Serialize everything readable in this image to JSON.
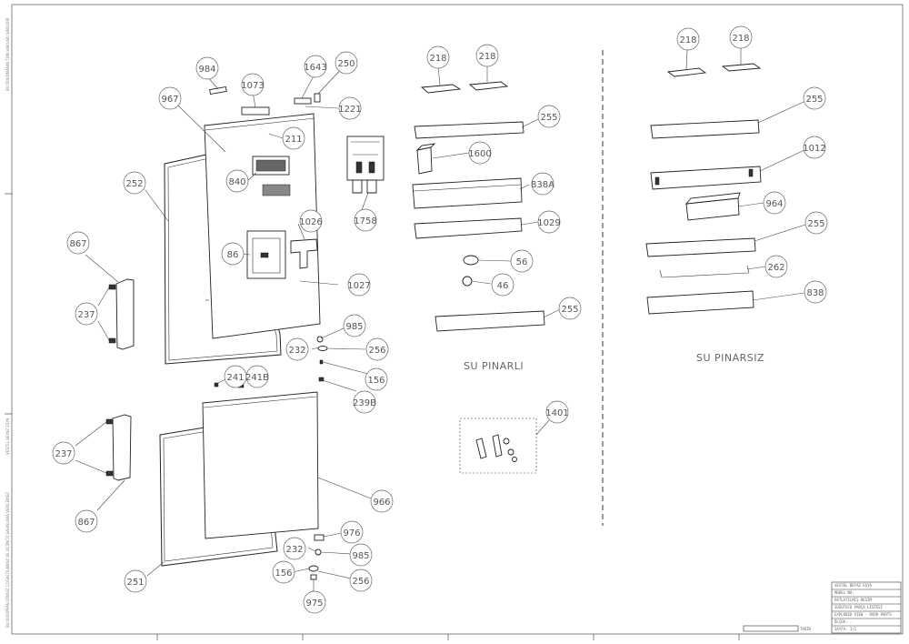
{
  "groups": {
    "with_dispenser": "SU PINARLI",
    "without_dispenser": "SU PINARSIZ"
  },
  "side_notes": {
    "top": "BU DOKÜMANIN TÜM HAKLARI SAKLIDIR",
    "middle": "VESTEL BEYAZ EŞYA",
    "bottom": "BU DOKÜMAN İZİNSİZ ÇOĞALTILAMAZ VE ÜÇÜNCÜ ŞAHISLARA VERİLEMEZ"
  },
  "title_block": {
    "r1": "VESTEL BEYAZ EŞYA",
    "r2": "MODEL NO:",
    "r3": "PATLATILMIŞ RESİM",
    "r4": "SOĞUTUCU PARÇA LİSTESİ",
    "r5": "EXPLODED VIEW - DOOR PARTS",
    "r6": "ÖLÇEK: -",
    "r7": "SAYFA: 1/1",
    "r8": "TARİH"
  },
  "callouts": [
    {
      "id": "c984",
      "text": "984"
    },
    {
      "id": "c1073",
      "text": "1073"
    },
    {
      "id": "c1643",
      "text": "1643"
    },
    {
      "id": "c250",
      "text": "250"
    },
    {
      "id": "c967",
      "text": "967"
    },
    {
      "id": "c1221",
      "text": "1221"
    },
    {
      "id": "c211",
      "text": "211"
    },
    {
      "id": "c252",
      "text": "252"
    },
    {
      "id": "c840",
      "text": "840"
    },
    {
      "id": "c1758",
      "text": "1758"
    },
    {
      "id": "c1026",
      "text": "1026"
    },
    {
      "id": "c867a",
      "text": "867"
    },
    {
      "id": "c86",
      "text": "86"
    },
    {
      "id": "c1027",
      "text": "1027"
    },
    {
      "id": "c237a",
      "text": "237"
    },
    {
      "id": "c985a",
      "text": "985"
    },
    {
      "id": "c232a",
      "text": "232"
    },
    {
      "id": "c256a",
      "text": "256"
    },
    {
      "id": "c241",
      "text": "241"
    },
    {
      "id": "c241b",
      "text": "241B"
    },
    {
      "id": "c156a",
      "text": "156"
    },
    {
      "id": "c239b",
      "text": "239B"
    },
    {
      "id": "c237b",
      "text": "237"
    },
    {
      "id": "c966",
      "text": "966"
    },
    {
      "id": "c867b",
      "text": "867"
    },
    {
      "id": "c976",
      "text": "976"
    },
    {
      "id": "c232b",
      "text": "232"
    },
    {
      "id": "c985b",
      "text": "985"
    },
    {
      "id": "c156b",
      "text": "156"
    },
    {
      "id": "c256b",
      "text": "256"
    },
    {
      "id": "c251",
      "text": "251"
    },
    {
      "id": "c975",
      "text": "975"
    },
    {
      "id": "m218a",
      "text": "218"
    },
    {
      "id": "m218b",
      "text": "218"
    },
    {
      "id": "m255a",
      "text": "255"
    },
    {
      "id": "m1600",
      "text": "1600"
    },
    {
      "id": "m838a",
      "text": "838A"
    },
    {
      "id": "m1029",
      "text": "1029"
    },
    {
      "id": "m56",
      "text": "56"
    },
    {
      "id": "m46",
      "text": "46"
    },
    {
      "id": "m255b",
      "text": "255"
    },
    {
      "id": "m1401",
      "text": "1401"
    },
    {
      "id": "r218a",
      "text": "218"
    },
    {
      "id": "r218b",
      "text": "218"
    },
    {
      "id": "r255a",
      "text": "255"
    },
    {
      "id": "r1012",
      "text": "1012"
    },
    {
      "id": "r964",
      "text": "964"
    },
    {
      "id": "r255b",
      "text": "255"
    },
    {
      "id": "r262",
      "text": "262"
    },
    {
      "id": "r838",
      "text": "838"
    }
  ]
}
